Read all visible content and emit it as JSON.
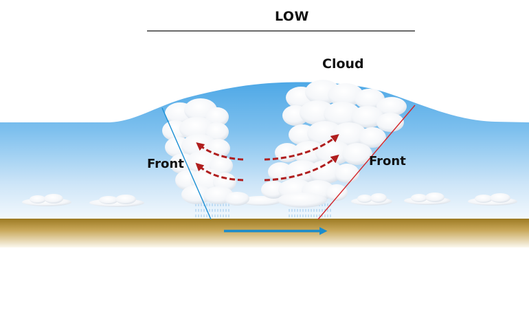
{
  "diagram": {
    "title": "LOW",
    "labels": {
      "cloud": "Cloud",
      "front_left": "Front",
      "front_right": "Front"
    },
    "colors": {
      "sky_top": "#5aaee8",
      "sky_bottom": "#f2f8fd",
      "ground_top": "#a8832a",
      "ground_bottom": "#fbf7ea",
      "cloud": "#ffffff",
      "cold_front_line": "#1a8fd4",
      "warm_front_line": "#d4262a",
      "airflow_arrows": "#b01e1e",
      "ground_motion_arrow": "#1a8ccc",
      "rain": "#9cc8ec",
      "title_rule": "#111111"
    }
  }
}
